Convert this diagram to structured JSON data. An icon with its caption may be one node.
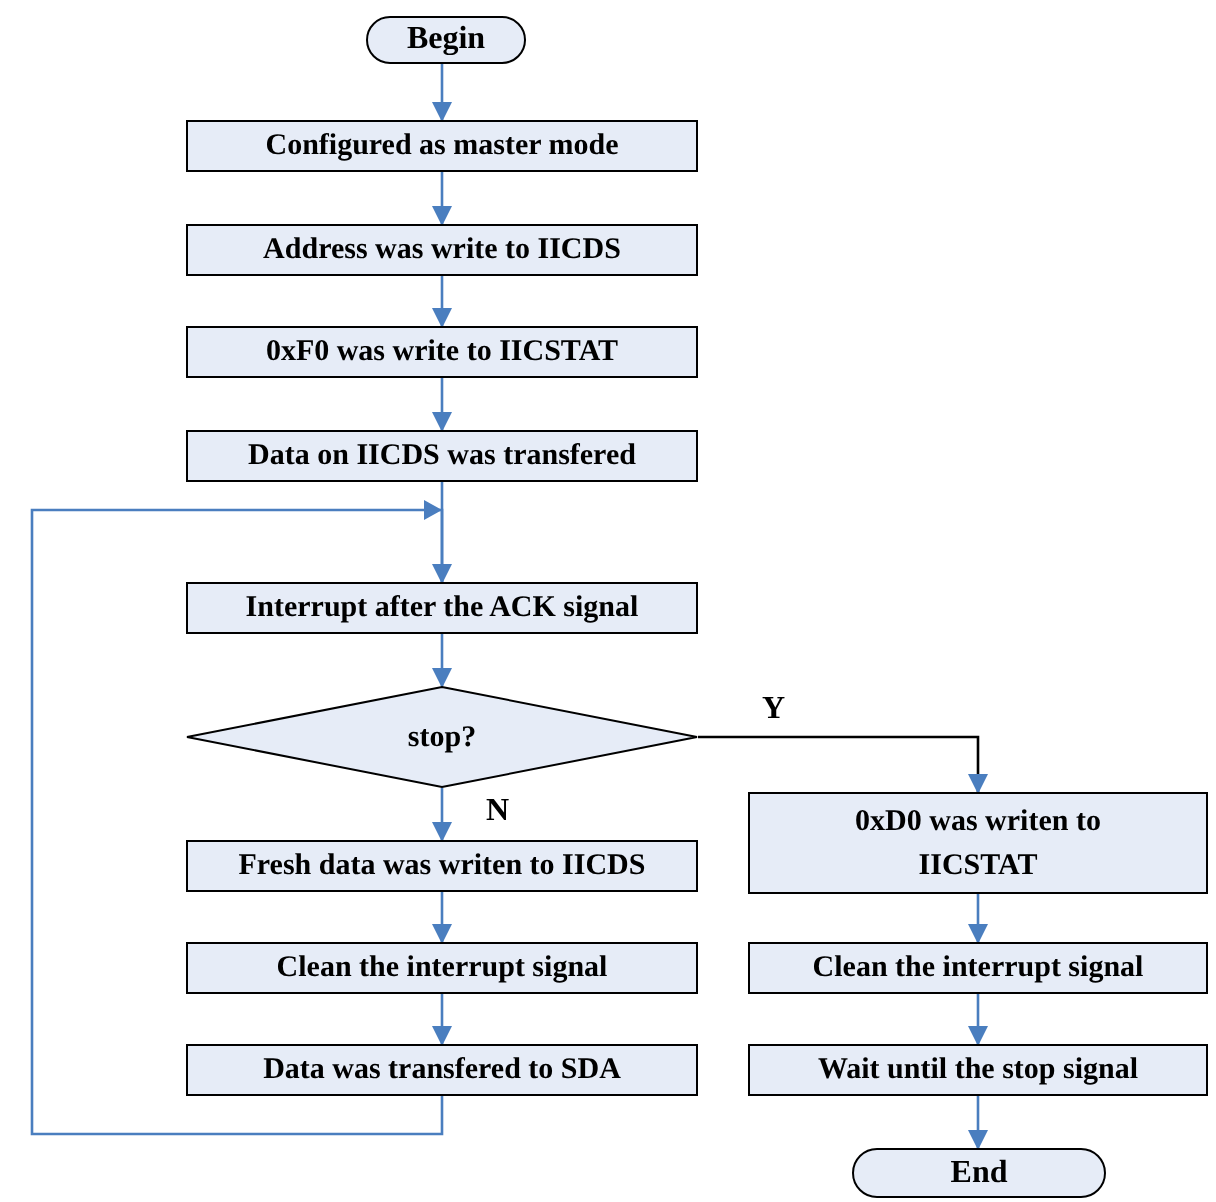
{
  "diagram": {
    "nodes": [
      {
        "text": [
          "Begin"
        ]
      },
      {
        "text": [
          "Configured as master mode"
        ]
      },
      {
        "text": [
          "Address was write  to IICDS"
        ]
      },
      {
        "text": [
          "0xF0 was write to IICSTAT"
        ]
      },
      {
        "text": [
          "Data on IICDS was transfered"
        ]
      },
      {
        "text": [
          "Interrupt after the ACK signal"
        ]
      },
      {
        "text": [
          "stop?"
        ]
      },
      {
        "text": [
          "Fresh data was writen to IICDS"
        ]
      },
      {
        "text": [
          "Clean the interrupt signal"
        ]
      },
      {
        "text": [
          "Data was transfered  to SDA"
        ]
      },
      {
        "text": [
          "0xD0 was writen to IICSTAT"
        ]
      },
      {
        "text": [
          "Clean the interrupt signal"
        ]
      },
      {
        "text": [
          "Wait until the stop signal"
        ]
      },
      {
        "text": [
          "End"
        ]
      }
    ],
    "edges": [
      {
        "from": 0,
        "to": 1,
        "arrow": "to"
      },
      {
        "from": 1,
        "to": 2,
        "arrow": "to"
      },
      {
        "from": 2,
        "to": 3,
        "arrow": "to"
      },
      {
        "from": 3,
        "to": 4,
        "arrow": "to"
      },
      {
        "from": 4,
        "to": 5,
        "arrow": "to"
      },
      {
        "from": 5,
        "to": 6,
        "arrow": "to"
      },
      {
        "from": 6,
        "to": 7,
        "arrow": "to",
        "label": "N"
      },
      {
        "from": 6,
        "to": 10,
        "arrow": "to",
        "label": "Y",
        "color": "#000000"
      },
      {
        "from": 7,
        "to": 8,
        "arrow": "to"
      },
      {
        "from": 8,
        "to": 9,
        "arrow": "to"
      },
      {
        "from": 9,
        "to": 5,
        "arrow": "to"
      },
      {
        "from": 10,
        "to": 11,
        "arrow": "to"
      },
      {
        "from": 11,
        "to": 12,
        "arrow": "to"
      },
      {
        "from": 12,
        "to": 13,
        "arrow": "to"
      }
    ]
  }
}
